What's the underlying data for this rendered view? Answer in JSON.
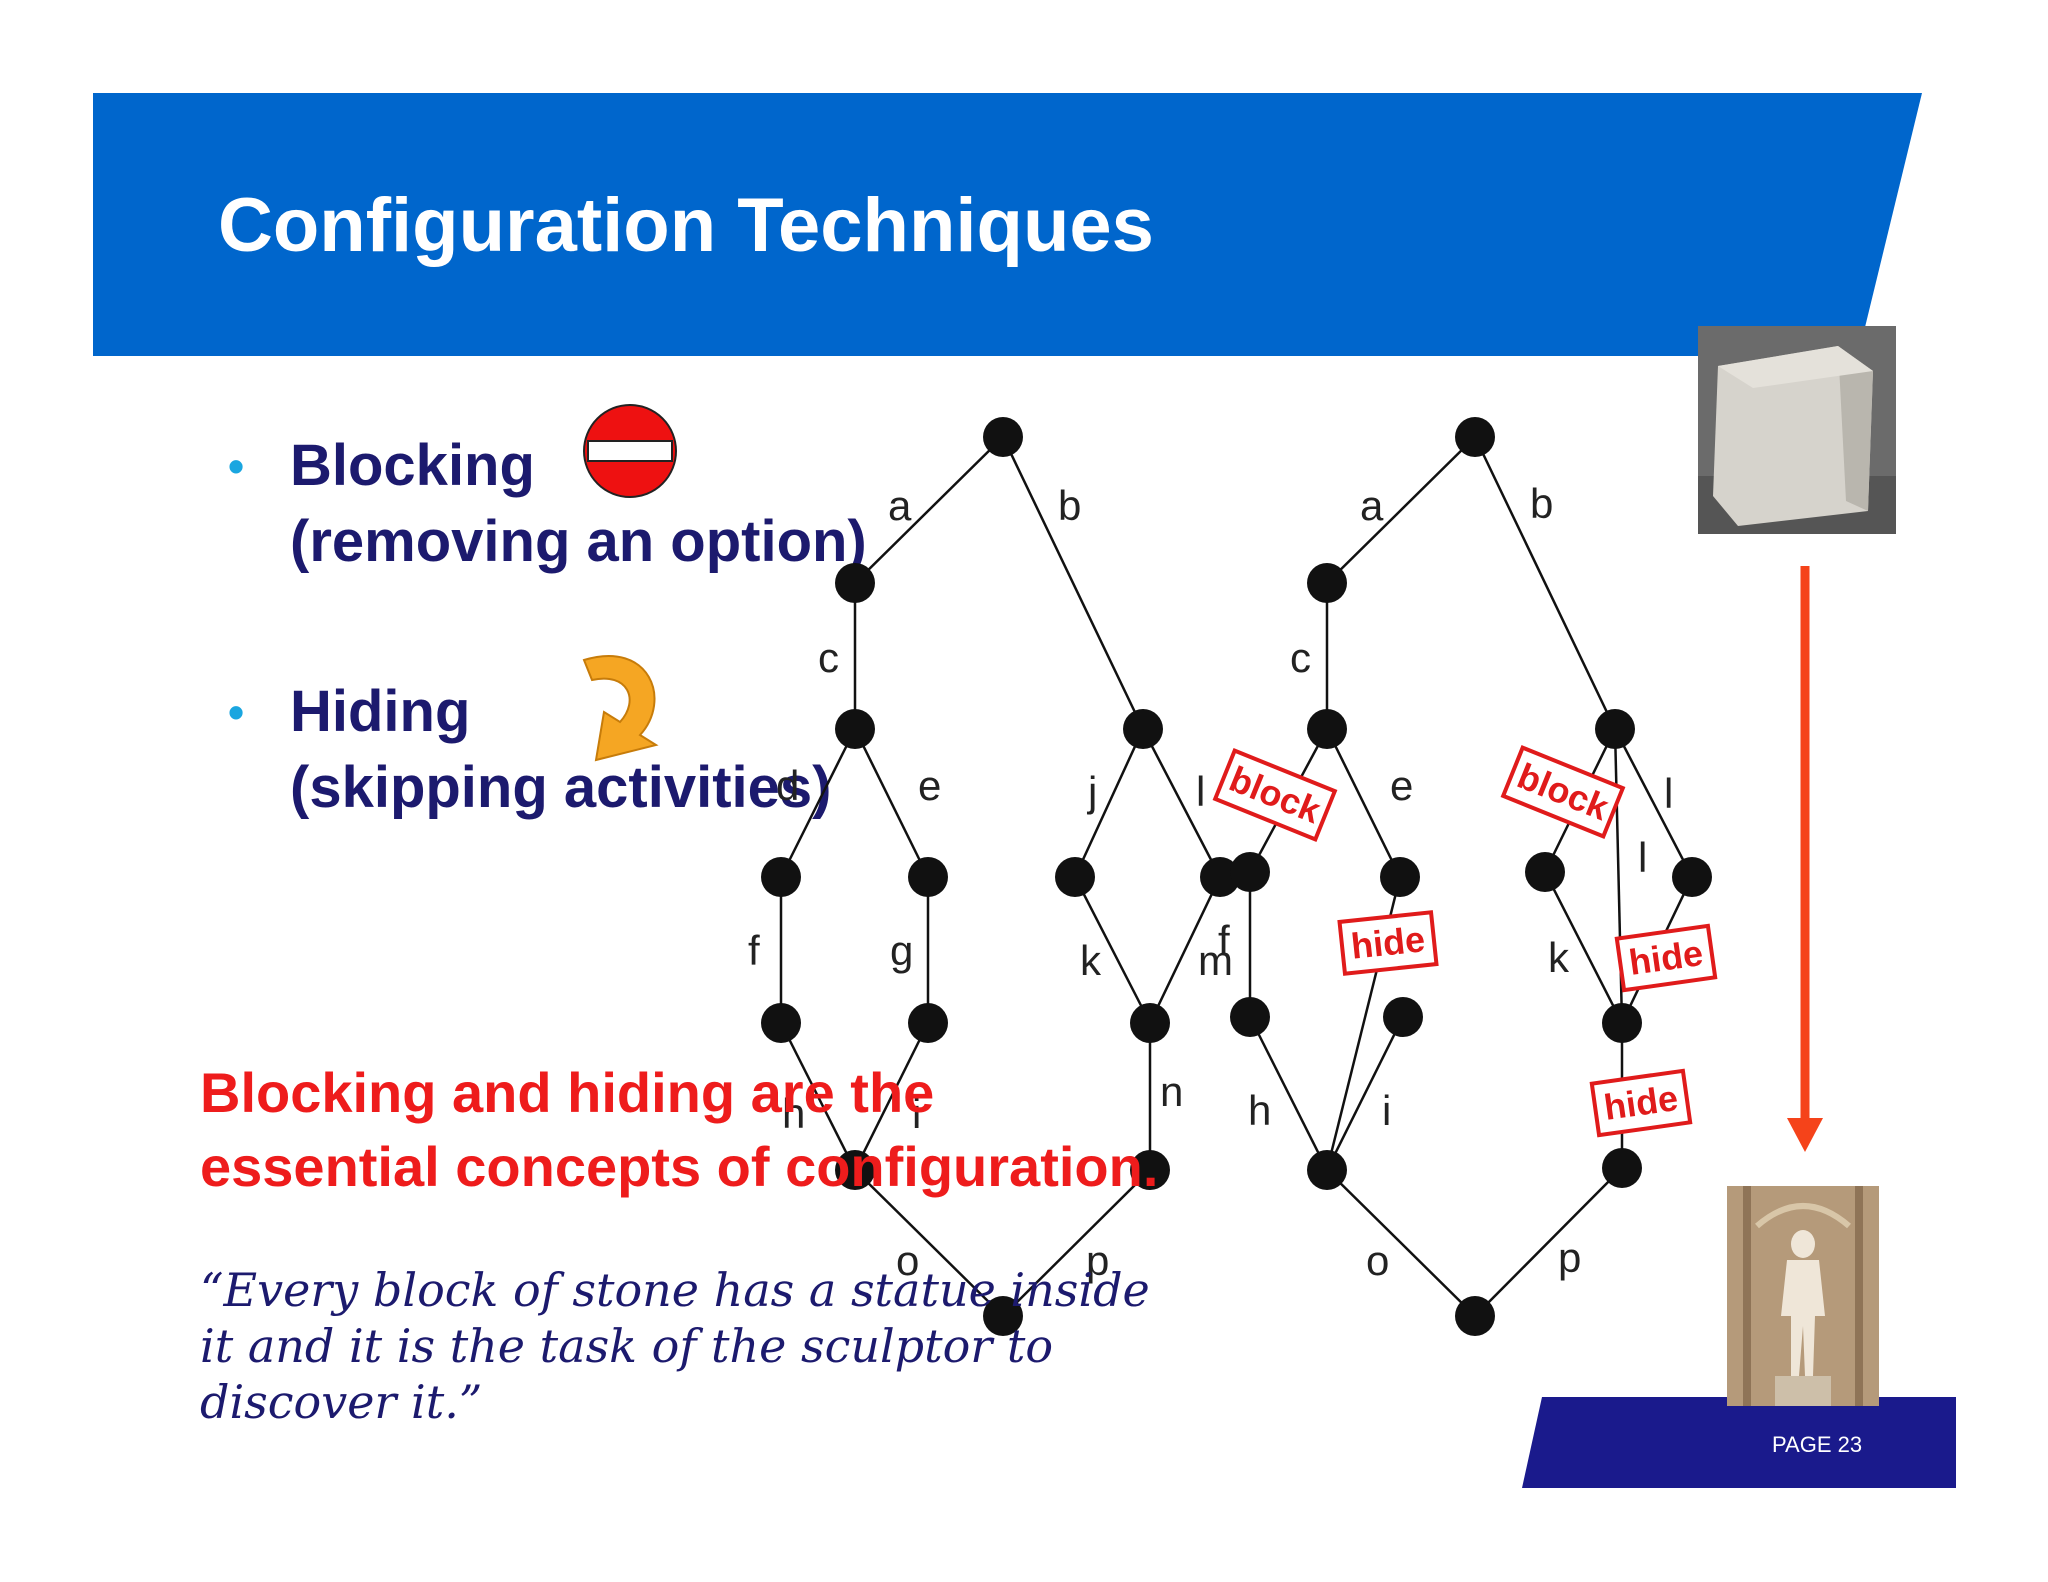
{
  "title": "Configuration Techniques",
  "bullets": [
    {
      "heading": "Blocking",
      "detail": "(removing an option)",
      "icon": "no-entry-icon"
    },
    {
      "heading": "Hiding",
      "detail": "(skipping activities)",
      "icon": "curved-arrow-icon"
    }
  ],
  "statement": {
    "line1": "Blocking and hiding are the",
    "line2": "essential concepts of configuration."
  },
  "quote": {
    "line1": "“Every block of stone has a statue inside",
    "line2": "it and it is the task of the sculptor to",
    "line3": "discover it.”"
  },
  "page_label": "PAGE 23",
  "colors": {
    "banner": "#0066cc",
    "footer": "#1a1a8c",
    "bullet_text": "#1c1a6e",
    "statement": "#ee1c1c",
    "tag": "#e01b1b",
    "arrow": "#f5431a"
  },
  "images": [
    {
      "name": "marble-block-photo"
    },
    {
      "name": "david-statue-photo"
    }
  ],
  "graphs": [
    {
      "name": "original-model",
      "edges": [
        "a",
        "b",
        "c",
        "d",
        "e",
        "f",
        "g",
        "h",
        "i",
        "j",
        "k",
        "l",
        "m",
        "n",
        "o",
        "p"
      ]
    },
    {
      "name": "configured-model",
      "edges": [
        "a",
        "b",
        "c",
        "e",
        "f",
        "h",
        "i",
        "k",
        "l",
        "o",
        "p"
      ],
      "tags": [
        "block",
        "block",
        "hide",
        "hide",
        "hide"
      ]
    }
  ]
}
